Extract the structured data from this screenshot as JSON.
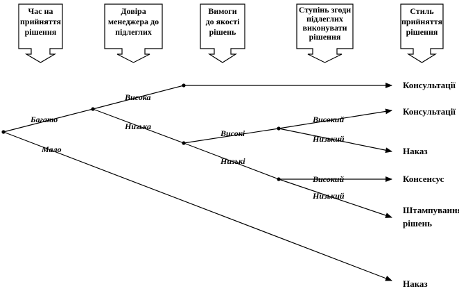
{
  "headers": [
    {
      "lines": [
        "Час на",
        "прийняття",
        "рішення"
      ]
    },
    {
      "lines": [
        "Довіра",
        "менеджера до",
        "підлеглих"
      ]
    },
    {
      "lines": [
        "Вимоги",
        "до якості",
        "рішень"
      ]
    },
    {
      "lines": [
        "Ступінь згоди",
        "підлеглих",
        "виконувати",
        "рішення"
      ]
    },
    {
      "lines": [
        "Стиль",
        "прийняття",
        "рішення"
      ]
    }
  ],
  "edges": {
    "bahato": "Багато",
    "malo": "Мало",
    "vysoka": "Висока",
    "nyzka": "Низька",
    "vysoki": "Високі",
    "nyzki": "Низькі",
    "vysokyi_1": "Високий",
    "nyzkyi_1": "Низький",
    "vysokyi_2": "Високий",
    "nyzkyi_2": "Низький"
  },
  "outcomes": {
    "o1": [
      "Консультації"
    ],
    "o2": [
      "Консультації"
    ],
    "o3": [
      "Наказ"
    ],
    "o4": [
      "Консенсус"
    ],
    "o5": [
      "Штампування",
      "рішень"
    ],
    "o6": [
      "Наказ"
    ]
  }
}
